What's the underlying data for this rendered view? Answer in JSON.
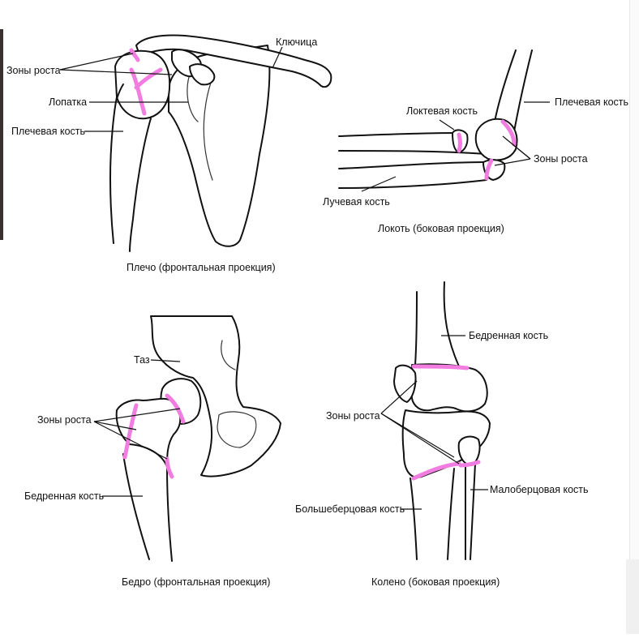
{
  "shoulder": {
    "caption": "Плечо (фронтальная проекция)",
    "label_growth": "Зоны роста",
    "label_scapula": "Лопатка",
    "label_humerus": "Плечевая кость",
    "label_clavicle": "Ключица"
  },
  "elbow": {
    "caption": "Локоть (боковая проекция)",
    "label_ulna": "Локтевая кость",
    "label_humerus": "Плечевая кость",
    "label_growth": "Зоны роста",
    "label_radius": "Лучевая кость"
  },
  "hip": {
    "caption": "Бедро (фронтальная проекция)",
    "label_pelvis": "Таз",
    "label_growth": "Зоны роста",
    "label_femur": "Бедренная кость"
  },
  "knee": {
    "caption": "Колено (боковая проекция)",
    "label_femur": "Бедренная кость",
    "label_growth": "Зоны роста",
    "label_fibula": "Малоберцовая кость",
    "label_tibia": "Большеберцовая кость"
  },
  "colors": {
    "growth_plate": "#f27de0",
    "bone_outline": "#111111"
  }
}
